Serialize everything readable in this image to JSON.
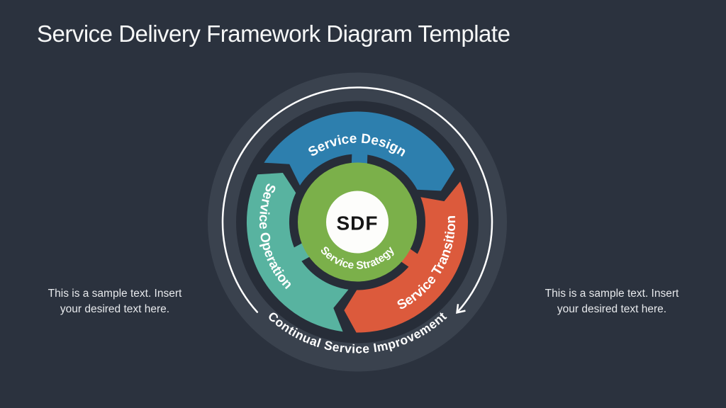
{
  "slide": {
    "title": "Service Delivery Framework Diagram Template",
    "left_note": "This is a sample text. Insert your desired text here.",
    "right_note": "This is a sample text. Insert your desired text here."
  },
  "diagram": {
    "center_label": "SDF",
    "hub_label": "Service Strategy",
    "ring_label": "Continual Service Improvement",
    "segments": [
      {
        "name": "service-design",
        "label": "Service Design",
        "color": "#2d7fae"
      },
      {
        "name": "service-transition",
        "label": "Service Transition",
        "color": "#dc5a3c"
      },
      {
        "name": "service-operation",
        "label": "Service Operation",
        "color": "#58b3a0"
      }
    ],
    "colors": {
      "background": "#2b323e",
      "outer_ring": "#3a424e",
      "gap_ring": "#272d38",
      "hub": "#7bb04a",
      "center_circle": "#fdfdfb",
      "center_text": "#161616",
      "label_text": "#ffffff",
      "arrow": "#ffffff"
    }
  }
}
